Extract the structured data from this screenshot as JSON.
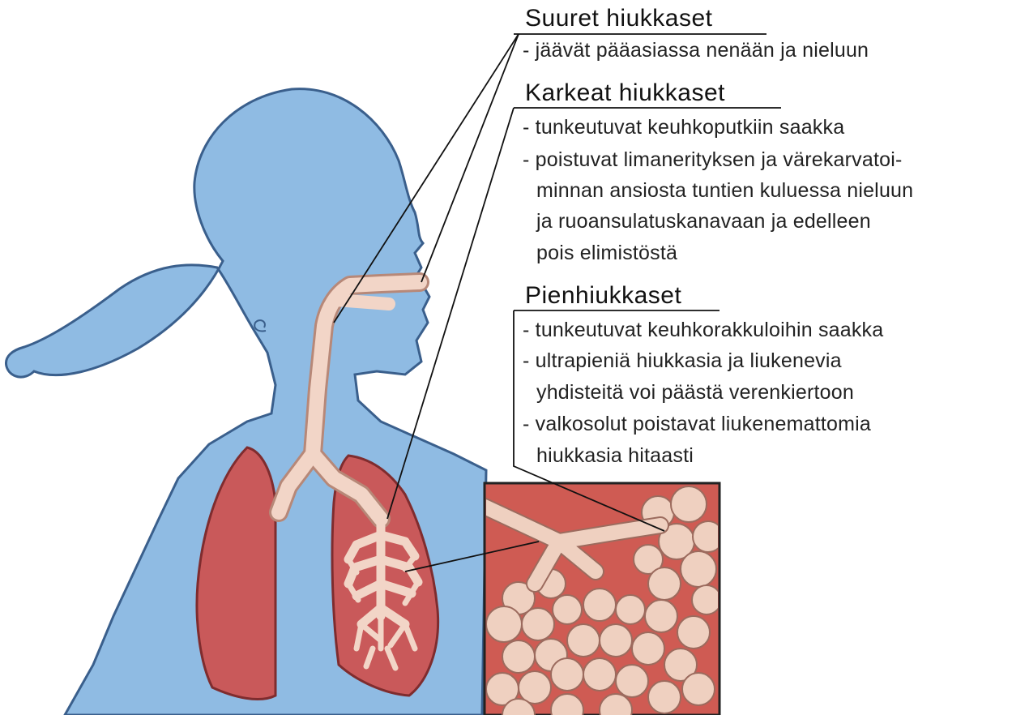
{
  "colors": {
    "body": "#8fbbe3",
    "outline": "#3a5f8c",
    "lung": "#c9595a",
    "lung_outline": "#7f2c2e",
    "airway": "#f2d5c7",
    "alveoli_bg": "#cf5b53",
    "alveolus": "#efd0c0",
    "text": "#222222"
  },
  "sections": {
    "large": {
      "title": "Suuret hiukkaset",
      "lines": [
        "- jäävät pääasiassa nenään ja nieluun"
      ]
    },
    "coarse": {
      "title": "Karkeat hiukkaset",
      "lines": [
        "- tunkeutuvat keuhkoputkiin saakka",
        "- poistuvat limanerityksen ja värekarvatoi-",
        "minnan ansiosta tuntien kuluessa nieluun",
        "ja ruoansulatuskanavaan ja  edelleen",
        "pois elimistöstä"
      ]
    },
    "fine": {
      "title": "Pienhiukkaset",
      "lines": [
        "- tunkeutuvat  keuhkorakkuloihin saakka",
        "- ultrapieniä hiukkasia ja liukenevia",
        "yhdisteitä voi päästä verenkiertoon",
        "- valkosolut poistavat liukenemattomia",
        "hiukkasia hitaasti"
      ]
    }
  }
}
